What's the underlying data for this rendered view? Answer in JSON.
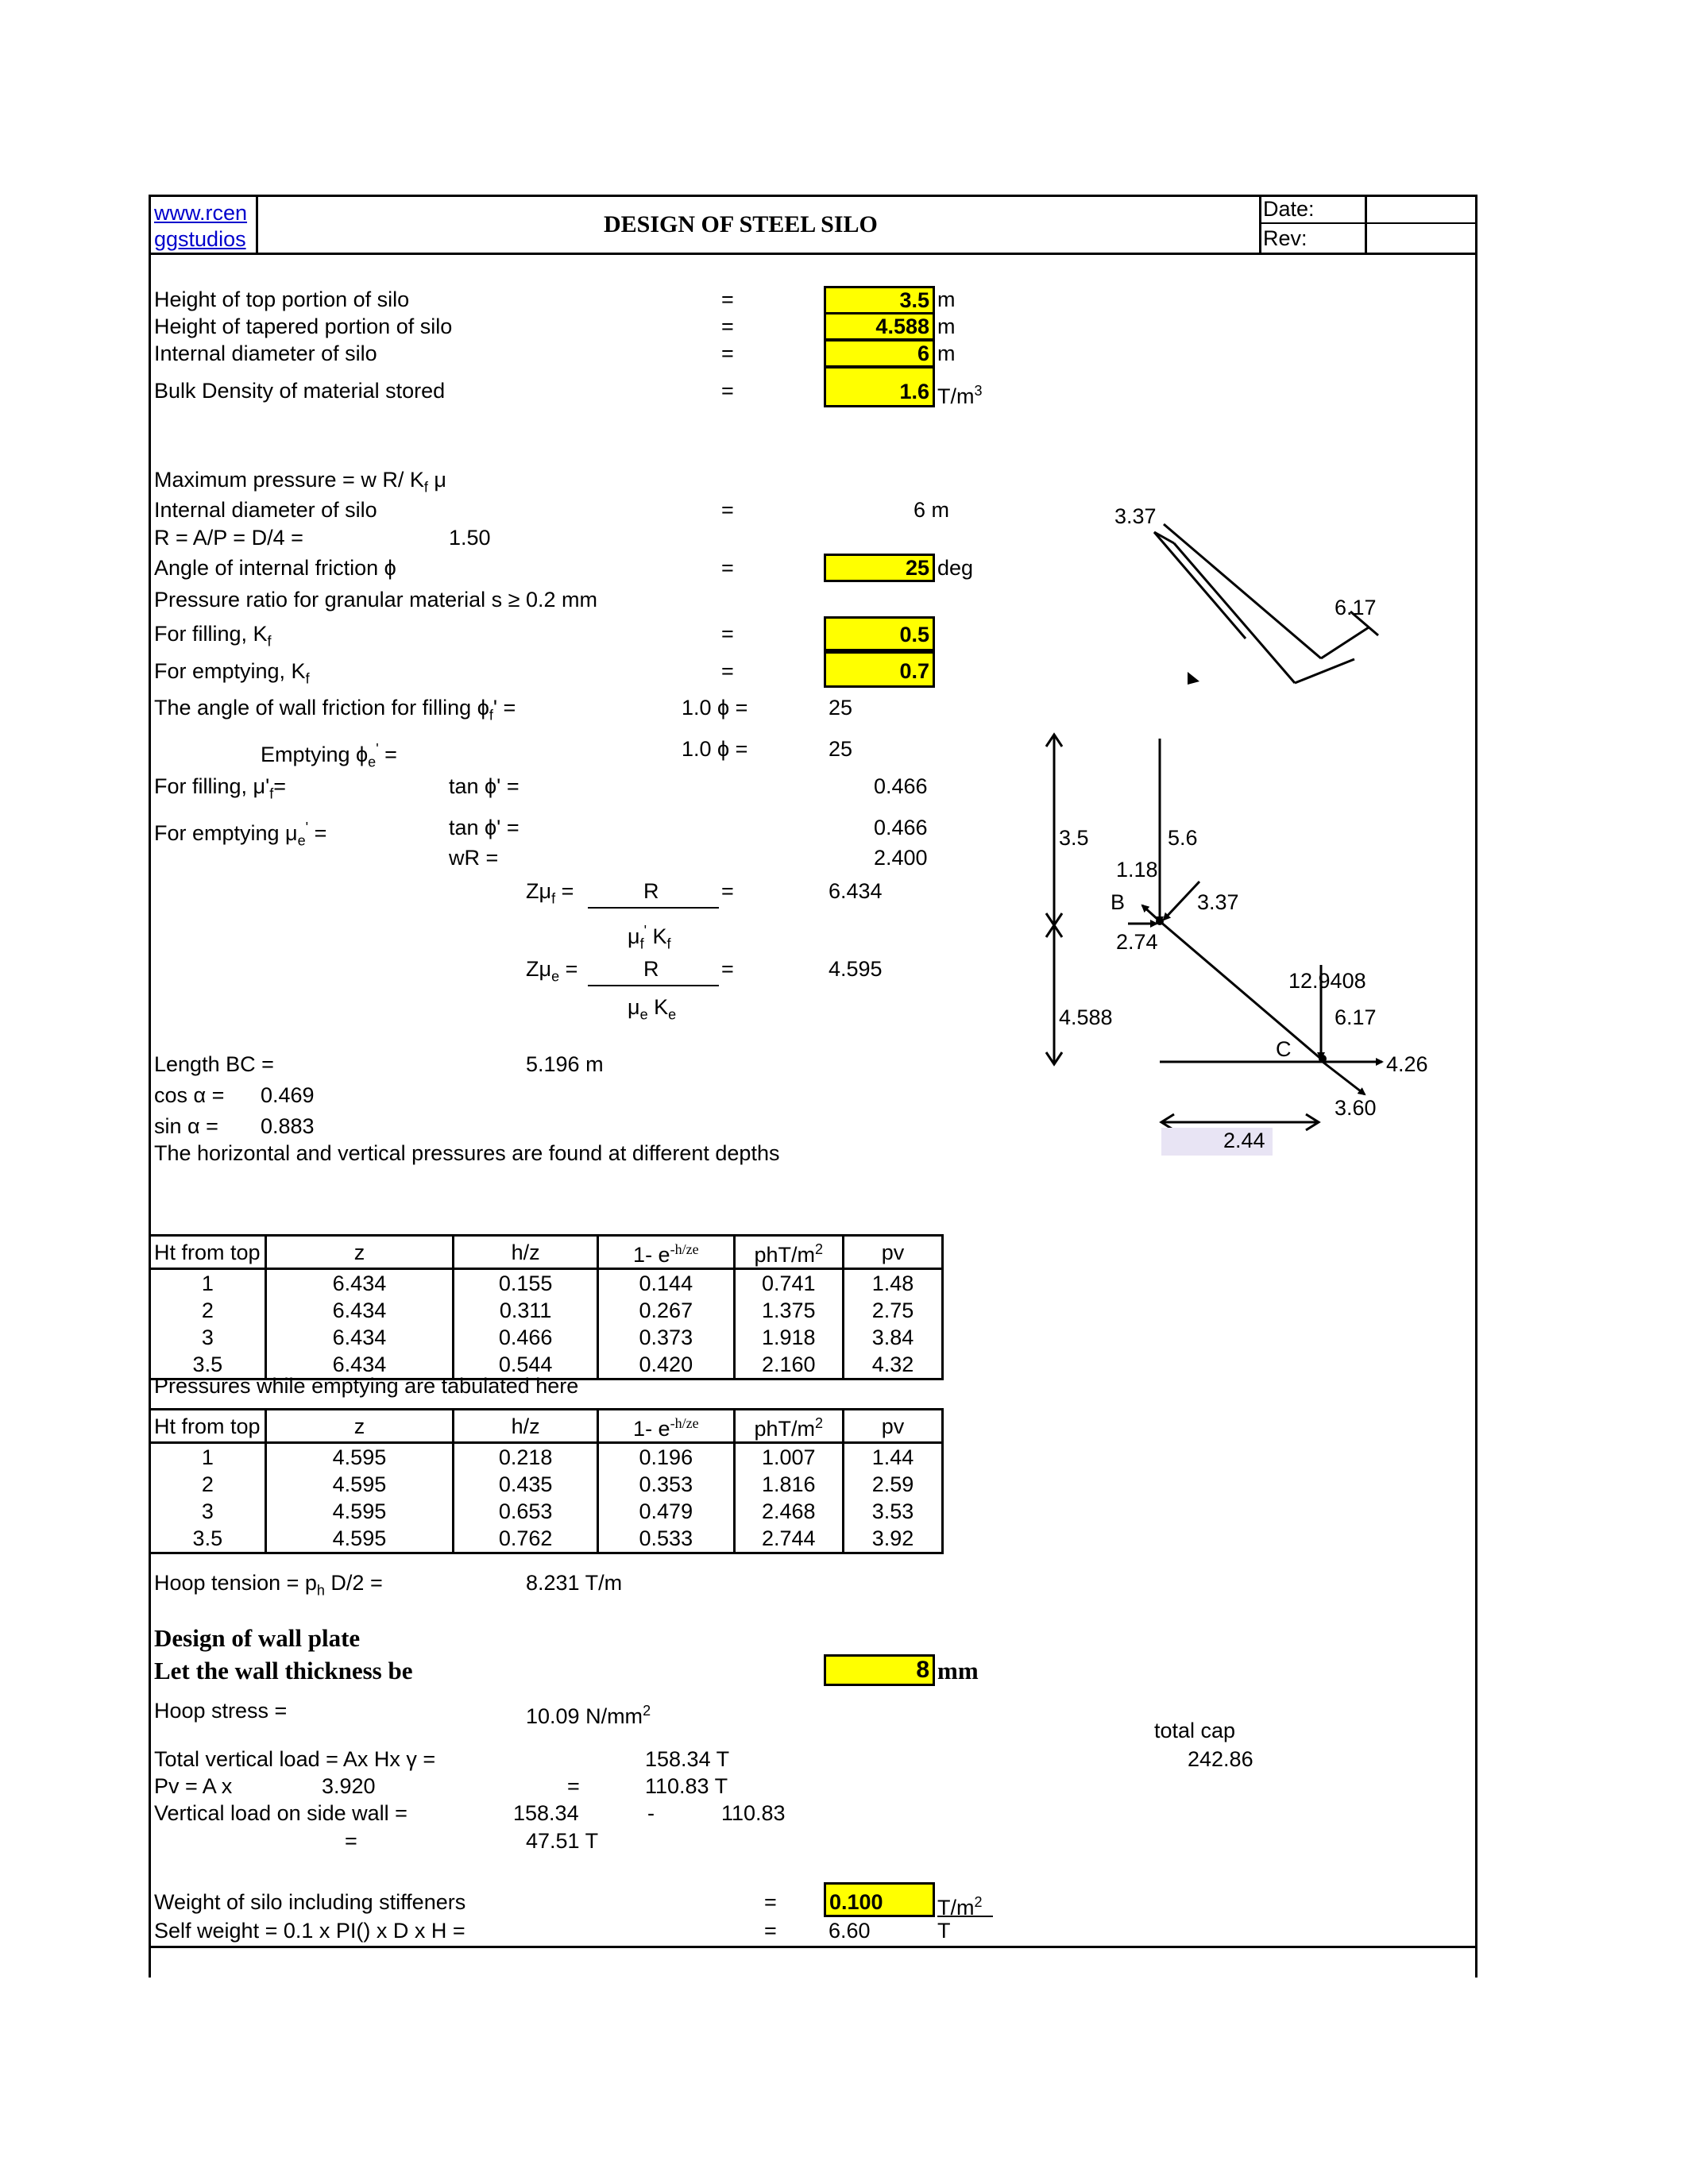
{
  "header": {
    "link_line1": "www.rcen",
    "link_line2": "ggstudios",
    "title": "DESIGN OF STEEL SILO",
    "date_label": "Date:",
    "rev_label": "Rev:"
  },
  "inputs": {
    "height_top_label": "Height of top portion of silo",
    "height_top_value": "3.5",
    "height_top_unit": "m",
    "height_tapered_label": "Height of tapered  portion of silo",
    "height_tapered_value": "4.588",
    "height_tapered_unit": "m",
    "internal_dia_label": "Internal diameter of silo",
    "internal_dia_value": "6",
    "internal_dia_unit": "m",
    "bulk_density_label": "Bulk Density of material stored",
    "bulk_density_value": "1.6",
    "bulk_density_unit": "T/m",
    "equals": "="
  },
  "pressure": {
    "max_pressure_label": "Maximum pressure = w R/ K",
    "internal_dia_label": "Internal diameter of silo",
    "internal_dia_value": "6  m",
    "r_label": "R = A/P =  D/4 =",
    "r_value": "1.50",
    "angle_label": "Angle of internal friction ϕ",
    "angle_value": "25",
    "angle_unit": "deg",
    "ratio_label": "Pressure ratio  for granular material s ≥ 0.2 mm",
    "filling_k_label": "For filling, K",
    "filling_k_value": "0.5",
    "emptying_k_label": "For emptying, K",
    "emptying_k_value": "0.7",
    "wall_friction_label": "The angle of wall friction for filling ϕ",
    "wall_friction_factor": "1.0  ϕ =",
    "wall_friction_value": "25",
    "emptying_label": "Emptying ϕ",
    "emptying_factor": "1.0 ϕ =",
    "emptying_value": "25",
    "mu_filling_label": "For filling, μ'",
    "mu_filling_tan": "tan ϕ' =",
    "mu_filling_value": "0.466",
    "mu_emptying_label": "For emptying μ",
    "mu_emptying_tan": "tan ϕ' =",
    "mu_emptying_value": "0.466",
    "wr_label": "wR =",
    "wr_value": "2.400",
    "z_mu_f_label": "Zμ",
    "z_mu_f_num": "R",
    "z_mu_f_den": "μ",
    "z_mu_f_value": "6.434",
    "z_mu_e_label": "Zμ",
    "z_mu_e_num": "R",
    "z_mu_e_den": "μ",
    "z_mu_e_value": "4.595",
    "length_bc_label": "Length BC =",
    "length_bc_value": "5.196  m",
    "cos_label": "cos α =",
    "cos_value": "0.469",
    "sin_label": "sin α =",
    "sin_value": "0.883",
    "depths_note": "The horizontal and vertical pressures are found at different depths"
  },
  "diagram": {
    "top_label": "3.37",
    "top_side_label": "6.17",
    "dim_35": "3.5",
    "force_56": "5.6",
    "force_118": "1.18",
    "point_b": "B",
    "force_337": "3.37",
    "force_274": "2.74",
    "force_129408": "12.9408",
    "force_617": "6.17",
    "dim_4588": "4.588",
    "point_c": "C",
    "force_426": "4.26",
    "force_360": "3.60",
    "dim_244": "2.44"
  },
  "filling_table": {
    "headers": [
      "Ht from top",
      "z",
      "h/z",
      "1- e",
      "phT/m",
      "pv"
    ],
    "rows": [
      [
        "1",
        "6.434",
        "0.155",
        "0.144",
        "0.741",
        "1.48"
      ],
      [
        "2",
        "6.434",
        "0.311",
        "0.267",
        "1.375",
        "2.75"
      ],
      [
        "3",
        "6.434",
        "0.466",
        "0.373",
        "1.918",
        "3.84"
      ],
      [
        "3.5",
        "6.434",
        "0.544",
        "0.420",
        "2.160",
        "4.32"
      ]
    ]
  },
  "emptying_note": "Pressures while emptying are tabulated here",
  "emptying_table": {
    "headers": [
      "Ht from top",
      "z",
      "h/z",
      "1- e",
      "phT/m",
      "pv"
    ],
    "rows": [
      [
        "1",
        "4.595",
        "0.218",
        "0.196",
        "1.007",
        "1.44"
      ],
      [
        "2",
        "4.595",
        "0.435",
        "0.353",
        "1.816",
        "2.59"
      ],
      [
        "3",
        "4.595",
        "0.653",
        "0.479",
        "2.468",
        "3.53"
      ],
      [
        "3.5",
        "4.595",
        "0.762",
        "0.533",
        "2.744",
        "3.92"
      ]
    ]
  },
  "wall": {
    "hoop_tension_label": "Hoop tension = p",
    "hoop_tension_suffix": " D/2 =",
    "hoop_tension_value": "8.231  T/m",
    "design_heading": "Design of wall plate",
    "thickness_label": "Let the wall thickness be",
    "thickness_value": "8",
    "thickness_unit": "mm",
    "hoop_stress_label": "Hoop stress =",
    "hoop_stress_value": "10.09  N/mm",
    "total_cap_label": "total cap",
    "total_cap_value": "242.86",
    "total_vertical_label": "Total vertical load = Ax Hx γ =",
    "total_vertical_value": "158.34  T",
    "pv_label": "Pv  = A x",
    "pv_factor": "3.920",
    "pv_eq": "=",
    "pv_value": "110.83  T",
    "side_wall_label": "Vertical load on side wall =",
    "side_wall_a": "158.34",
    "side_wall_minus": "-",
    "side_wall_b": "110.83",
    "side_wall_eq": "=",
    "side_wall_result": "47.51  T",
    "weight_label": "Weight of silo including stiffeners",
    "weight_eq": "=",
    "weight_value": "0.100",
    "weight_unit": "T/m",
    "self_weight_label": "Self weight = 0.1 x PI() x D x H =",
    "self_weight_eq": "=",
    "self_weight_value": "6.60",
    "self_weight_unit": "T"
  }
}
